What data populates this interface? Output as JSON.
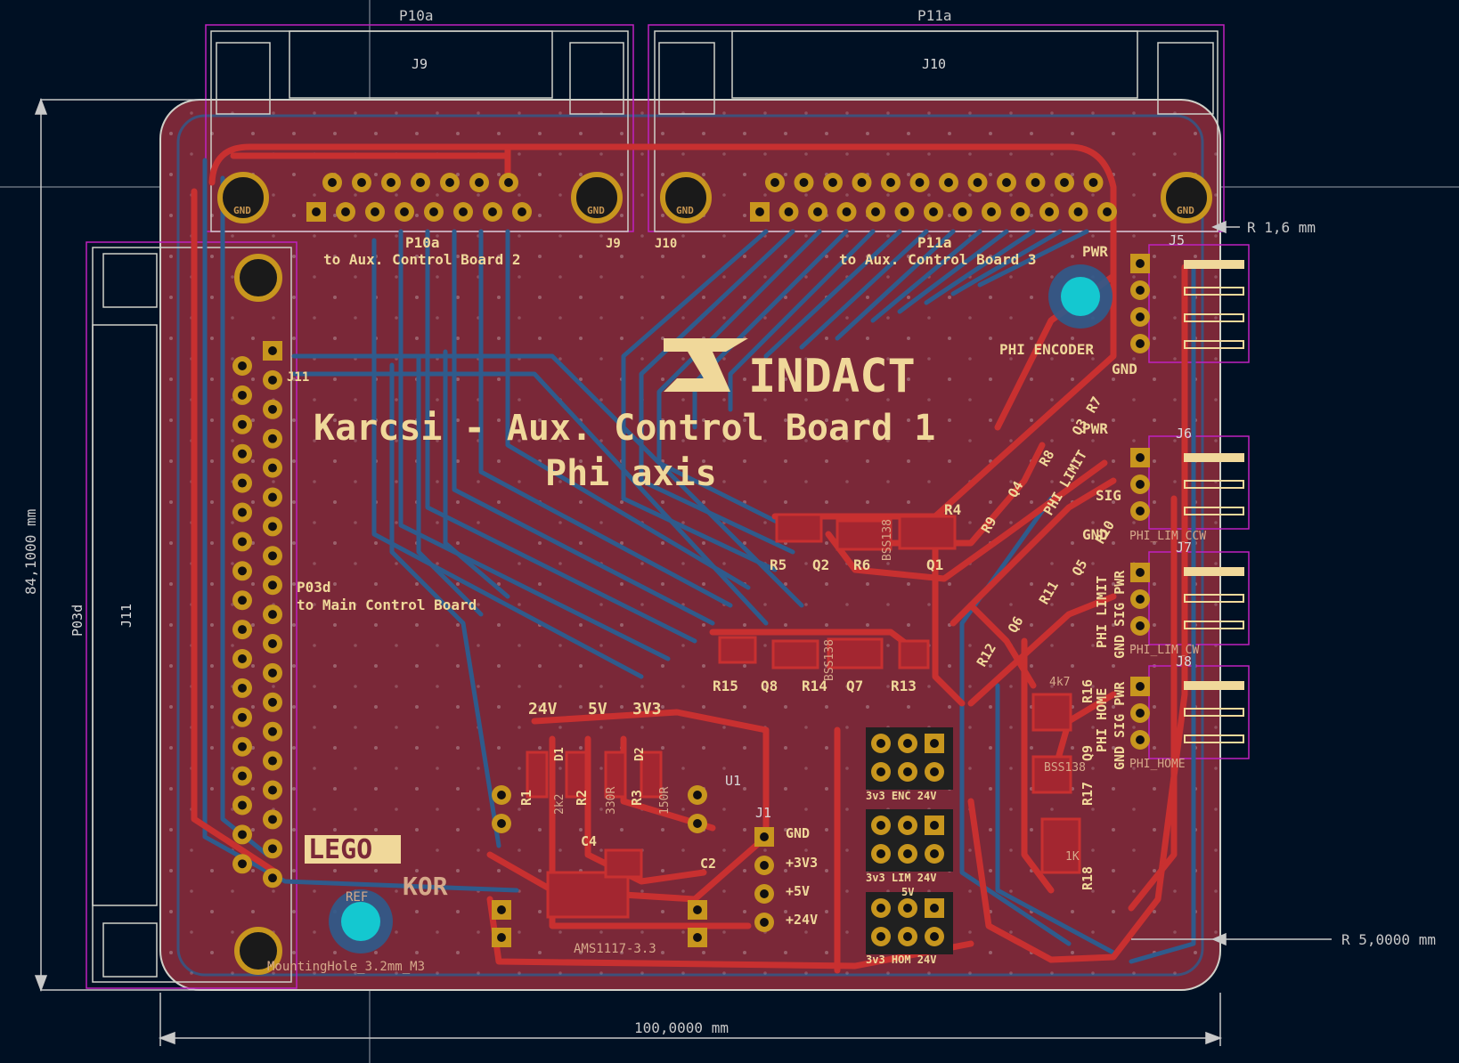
{
  "board": {
    "title_line1": "Karcsi - Aux. Control Board 1",
    "title_line2": "Phi axis",
    "logo_text": "INDACT",
    "lego_text": "LEGO",
    "kor_text": "KOR"
  },
  "dimensions": {
    "width": "100,0000 mm",
    "height": "84,1000 mm",
    "radius_small": "R 1,6 mm",
    "radius_large": "R 5,0000 mm"
  },
  "connectors": {
    "p10a_top": "P10a",
    "p11a_top": "P11a",
    "j9": "J9",
    "j10": "J10",
    "j11": "J11",
    "p03d_side": "P03d",
    "p10a_silk": "P10a",
    "p10a_desc": "to Aux. Control Board 2",
    "p11a_silk": "P11a",
    "p11a_desc": "to Aux. Control Board 3",
    "p03d_silk": "P03d",
    "p03d_desc": "to Main Control Board",
    "j9_silk": "J9",
    "j10_silk": "J10",
    "j11_silk": "J11"
  },
  "side_headers": {
    "encoder_pwr": "PWR",
    "encoder_gnd": "GND",
    "encoder_label": "PHI ENCODER",
    "lim_ccw_pwr": "PWR",
    "lim_ccw_sig": "SIG",
    "lim_ccw_gnd": "GND",
    "lim_ccw_label": "PHI LIMIT",
    "lim_ccw_fab": "PHI_LIM_CCW",
    "lim_cw_label": "PHI LIMIT",
    "lim_cw_pins": "GND SIG PWR",
    "lim_cw_fab": "PHI_LIM_CW",
    "home_label": "PHI HOME",
    "home_pins": "GND SIG PWR",
    "home_fab": "PHI_HOME",
    "j5": "J5",
    "j6": "J6",
    "j7": "J7",
    "j8": "J8"
  },
  "power": {
    "label_24v": "24V",
    "label_5v": "5V",
    "label_3v3": "3V3",
    "u1": "U1",
    "j1": "J1",
    "gnd": "GND",
    "p3v3": "+3V3",
    "p5v": "+5V",
    "p24v": "+24V",
    "ams": "AMS1117-3.3",
    "c4": "C4",
    "c2": "C2",
    "r1": "R1",
    "r2": "R2",
    "r3": "R3",
    "d1": "D1",
    "d2": "D2",
    "r_2k2": "2k2",
    "r_330r": "330R",
    "r_150r": "150R",
    "enc_sel": "3v3  ENC  24V",
    "lim_sel": "3v3  LIM  24V",
    "hom_sel": "3v3  HOM  24V",
    "sel_5v": "5V"
  },
  "components": {
    "r4": "R4",
    "r5": "R5",
    "r6": "R6",
    "r7": "R7",
    "r8": "R8",
    "r9": "R9",
    "r10": "R10",
    "r11": "R11",
    "r12": "R12",
    "r13": "R13",
    "r14": "R14",
    "r15": "R15",
    "r16": "R16",
    "r17": "R17",
    "r18": "R18",
    "q1": "Q1",
    "q2": "Q2",
    "q3": "Q3",
    "q4": "Q4",
    "q5": "Q5",
    "q6": "Q6",
    "q7": "Q7",
    "q8": "Q8",
    "q9": "Q9",
    "bss": "BSS138",
    "r_4k7": "4k7",
    "r_1k": "1K",
    "ref": "REF",
    "mounting": "MountingHole_3.2mm_M3",
    "gnd_pad": "GND"
  },
  "colors": {
    "background": "#001023",
    "board": "#7a2838",
    "copper_front": "#c83030",
    "copper_back": "#2f5b8c",
    "pad": "#c8961e",
    "silk": "#f0d89a",
    "courtyard": "#c020c0",
    "edge": "#d0d0c8",
    "dimension": "#c8c8c8"
  }
}
